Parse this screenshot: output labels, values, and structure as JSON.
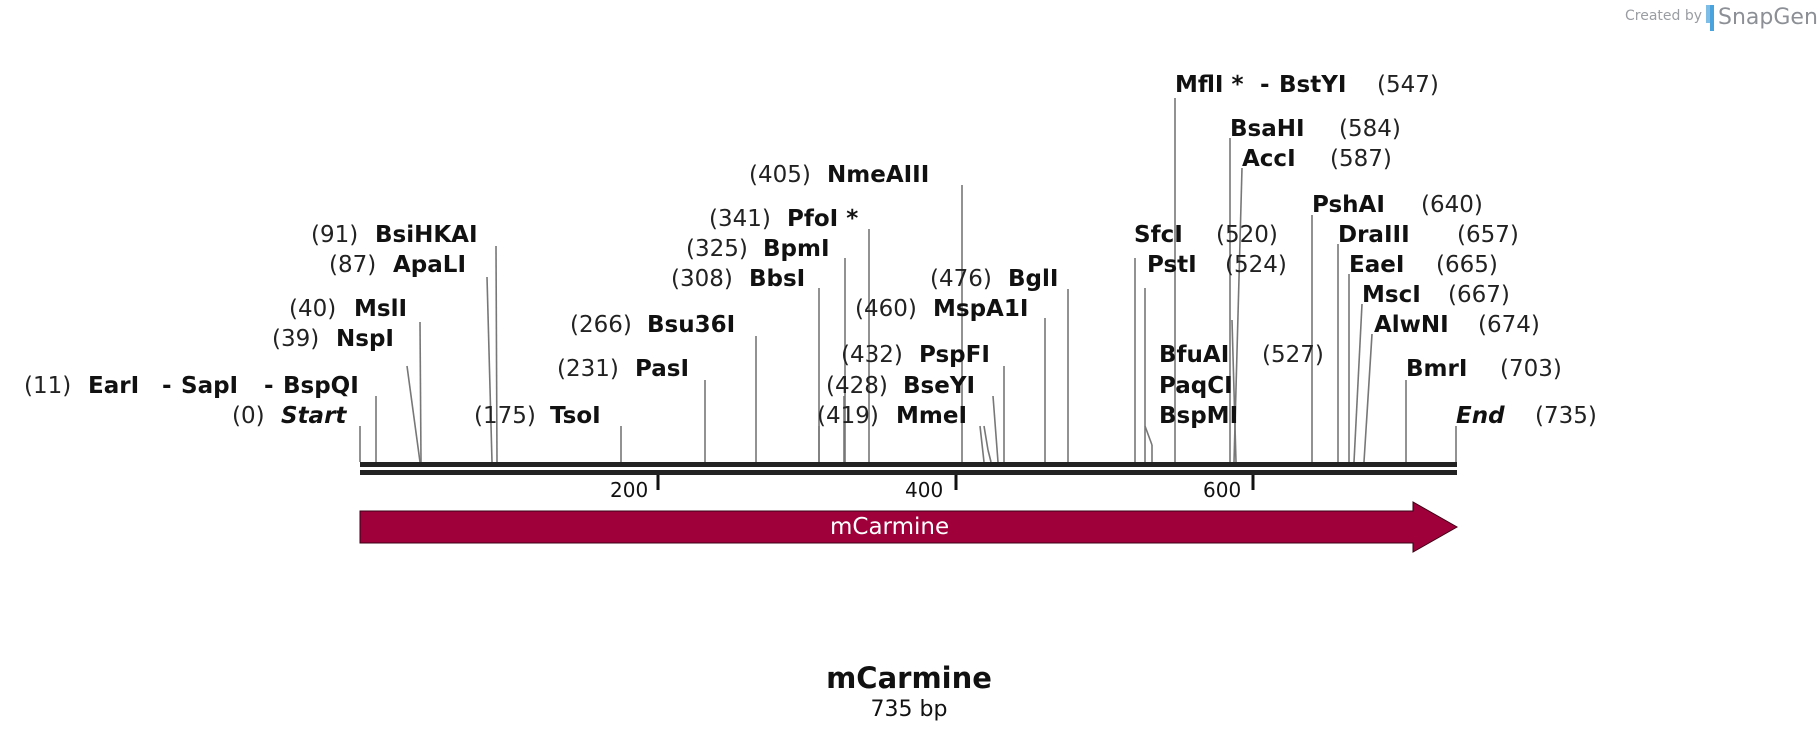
{
  "branding": {
    "created_by": "Created by",
    "app_name": "SnapGene"
  },
  "map": {
    "sequence_length": 735,
    "ticks": [
      200,
      400,
      600
    ]
  },
  "feature": {
    "name": "mCarmine",
    "color": "#A0003A",
    "start": 0,
    "end": 735
  },
  "sites": [
    {
      "id": "start",
      "label": "Start",
      "pos": "(0)",
      "bp": 0
    },
    {
      "id": "earI",
      "label": "EarI",
      "pos": "(11)",
      "bp": 11
    },
    {
      "id": "sapI",
      "label": "SapI",
      "bp": 11
    },
    {
      "id": "bspQI",
      "label": "BspQI",
      "bp": 11
    },
    {
      "id": "nspI",
      "label": "NspI",
      "pos": "(39)",
      "bp": 39
    },
    {
      "id": "mslI",
      "label": "MslI",
      "pos": "(40)",
      "bp": 40
    },
    {
      "id": "apaLI",
      "label": "ApaLI",
      "pos": "(87)",
      "bp": 87
    },
    {
      "id": "bsiHKAI",
      "label": "BsiHKAI",
      "pos": "(91)",
      "bp": 91
    },
    {
      "id": "tsoI",
      "label": "TsoI",
      "pos": "(175)",
      "bp": 175
    },
    {
      "id": "pasI",
      "label": "PasI",
      "pos": "(231)",
      "bp": 231
    },
    {
      "id": "bsu36I",
      "label": "Bsu36I",
      "pos": "(266)",
      "bp": 266
    },
    {
      "id": "bbsI",
      "label": "BbsI",
      "pos": "(308)",
      "bp": 308
    },
    {
      "id": "bpmI",
      "label": "BpmI",
      "pos": "(325)",
      "bp": 325
    },
    {
      "id": "pfoI",
      "label": "PfoI *",
      "pos": "(341)",
      "bp": 341
    },
    {
      "id": "nmeAIII",
      "label": "NmeAIII",
      "pos": "(405)",
      "bp": 405
    },
    {
      "id": "mmeI",
      "label": "MmeI",
      "pos": "(419)",
      "bp": 419
    },
    {
      "id": "bseYI",
      "label": "BseYI",
      "pos": "(428)",
      "bp": 428
    },
    {
      "id": "pspFI",
      "label": "PspFI",
      "pos": "(432)",
      "bp": 432
    },
    {
      "id": "mspA1I",
      "label": "MspA1I",
      "pos": "(460)",
      "bp": 460
    },
    {
      "id": "bglI",
      "label": "BglI",
      "pos": "(476)",
      "bp": 476
    },
    {
      "id": "sfcI",
      "label": "SfcI",
      "pos": "(520)",
      "bp": 520
    },
    {
      "id": "pstI",
      "label": "PstI",
      "pos": "(524)",
      "bp": 524
    },
    {
      "id": "bfuAI",
      "label": "BfuAI",
      "pos": "(527)",
      "bp": 527
    },
    {
      "id": "paqCI",
      "label": "PaqCI",
      "bp": 527
    },
    {
      "id": "bspMI",
      "label": "BspMI",
      "bp": 527
    },
    {
      "id": "mflI",
      "label": "MflI *",
      "pos": "(547)",
      "bp": 547
    },
    {
      "id": "bstYI",
      "label": "BstYI",
      "bp": 547
    },
    {
      "id": "bsaHI",
      "label": "BsaHI",
      "pos": "(584)",
      "bp": 584
    },
    {
      "id": "accI",
      "label": "AccI",
      "pos": "(587)",
      "bp": 587
    },
    {
      "id": "pshAI",
      "label": "PshAI",
      "pos": "(640)",
      "bp": 640
    },
    {
      "id": "draIII",
      "label": "DraIII",
      "pos": "(657)",
      "bp": 657
    },
    {
      "id": "eaeI",
      "label": "EaeI",
      "pos": "(665)",
      "bp": 665
    },
    {
      "id": "mscI",
      "label": "MscI",
      "pos": "(667)",
      "bp": 667
    },
    {
      "id": "alwNI",
      "label": "AlwNI",
      "pos": "(674)",
      "bp": 674
    },
    {
      "id": "bmrI",
      "label": "BmrI",
      "pos": "(703)",
      "bp": 703
    },
    {
      "id": "end",
      "label": "End",
      "pos": "(735)",
      "bp": 735
    }
  ],
  "sequence": {
    "name": "mCarmine",
    "length_label": "735 bp"
  }
}
